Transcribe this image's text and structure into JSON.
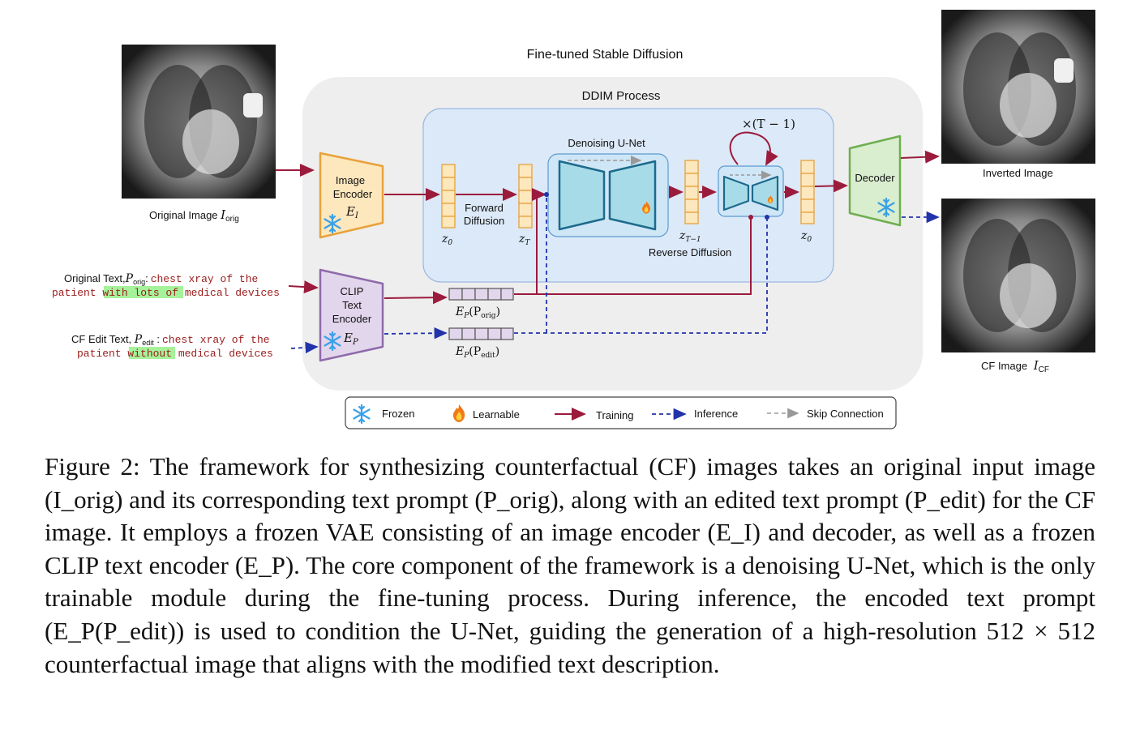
{
  "figure": {
    "title": "Fine-tuned Stable Diffusion",
    "ddim_title": "DDIM Process",
    "image_encoder": {
      "line1": "Image",
      "line2": "Encoder",
      "symbol": "E",
      "sub": "I"
    },
    "clip_encoder": {
      "line1": "CLIP",
      "line2": "Text",
      "line3": "Encoder",
      "symbol": "E",
      "sub": "P"
    },
    "decoder_label": "Decoder",
    "unet_label": "Denoising U-Net",
    "forward_label_1": "Forward",
    "forward_label_2": "Diffusion",
    "reverse_label": "Reverse Diffusion",
    "loop_label": "×(T − 1)",
    "latent_labels": {
      "z0_left": "z",
      "z0_left_sub": "0",
      "zT": "z",
      "zT_sub": "T",
      "zT1": "z",
      "zT1_sub": "T−1",
      "z0_right": "z",
      "z0_right_sub": "0"
    },
    "embed_orig": {
      "prefix": "E",
      "sub": "P",
      "arg": "(P",
      "arg_sub": "orig",
      "close": ")"
    },
    "embed_edit": {
      "prefix": "E",
      "sub": "P",
      "arg": "(P",
      "arg_sub": "edit",
      "close": ")"
    },
    "original_image_label": {
      "text": "Original Image ",
      "symbol": "I",
      "sub": "orig"
    },
    "inverted_image_label": "Inverted Image",
    "cf_image_label": {
      "text": "CF Image ",
      "symbol": "I",
      "sub": "CF"
    },
    "original_text": {
      "prefix": "Original Text,",
      "symbol": "P",
      "sub": "orig",
      "colon": ":",
      "line1": "chest xray of the",
      "line2_a": "patient ",
      "line2_highlight": "with lots of",
      "line2_b": " medical devices"
    },
    "edit_text": {
      "prefix": "CF Edit Text, ",
      "symbol": "P",
      "sub": "edit",
      "colon": " :",
      "line1": "chest xray of the",
      "line2_a": "patient ",
      "line2_highlight": "without",
      "line2_b": " medical devices"
    },
    "legend": {
      "frozen": "Frozen",
      "learnable": "Learnable",
      "training": "Training",
      "inference": "Inference",
      "skip": "Skip Connection"
    },
    "colors": {
      "training": "#9b1b3c",
      "inference": "#2233aa",
      "ddim_bg": "#dce9f8",
      "sd_bg": "#eeeeee",
      "encoder_fill": "#fde7bd",
      "encoder_stroke": "#e8a23a",
      "clip_fill": "#e2d6ec",
      "clip_stroke": "#8e6aab",
      "decoder_fill": "#d9edcf",
      "decoder_stroke": "#6fae4f",
      "unet_fill": "#a8dbe8",
      "highlight": "#a6f29a",
      "mono_text": "#9b1b1b"
    }
  },
  "caption": {
    "text": "Figure 2: The framework for synthesizing counterfactual (CF) images takes an original input image (I_orig) and its corresponding text prompt (P_orig), along with an edited text prompt (P_edit) for the CF image. It employs a frozen VAE consisting of an image encoder (E_I) and decoder, as well as a frozen CLIP text encoder (E_P). The core component of the framework is a denoising U-Net, which is the only trainable module during the fine-tuning process. During inference, the encoded text prompt (E_P(P_edit)) is used to condition the U-Net, guiding the generation of a high-resolution 512 × 512 counterfactual image that aligns with the modified text description."
  }
}
